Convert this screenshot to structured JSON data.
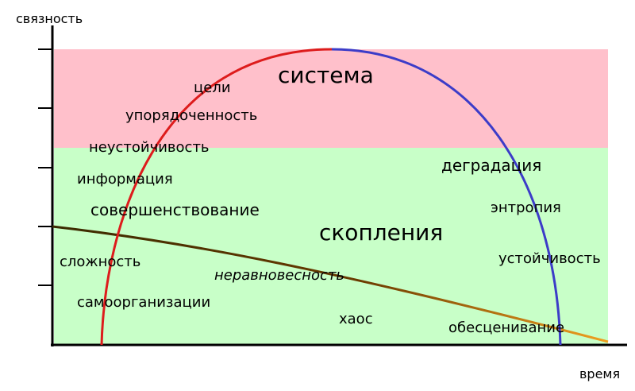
{
  "axes": {
    "y_label": "связность",
    "x_label": "время"
  },
  "zones": {
    "system": {
      "label": "система",
      "color": "#ffc0cb"
    },
    "accumulation": {
      "label": "скопления",
      "color": "#c8ffc8"
    }
  },
  "curves": {
    "arc_rising_color": "#dd1c1c",
    "arc_falling_color": "#3c3cc8",
    "decline_line_start_color": "#3a2a00",
    "decline_line_end_color": "#f0a020"
  },
  "labels": {
    "goals": "цели",
    "orderliness": "упорядоченность",
    "instability": "неустойчивость",
    "information": "информация",
    "improvement": "совершенствование",
    "complexity": "сложность",
    "nonequilibrium": "неравновесность",
    "self_organization": "самоорганизации",
    "chaos": "хаос",
    "degradation": "деградация",
    "entropy": "энтропия",
    "stability": "устойчивость",
    "depreciation": "обесценивание"
  }
}
